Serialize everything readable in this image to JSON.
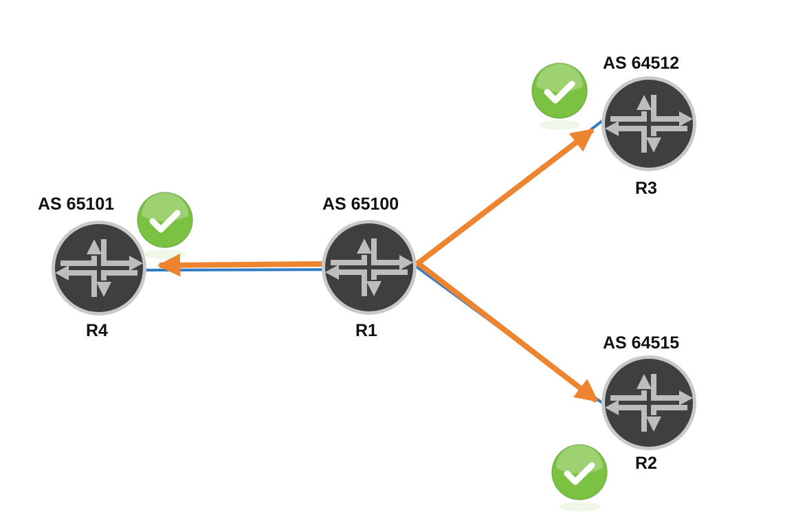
{
  "colors": {
    "link_blue": "#2f7bc4",
    "flow_orange": "#ec8430",
    "router_fill": "#3f3f40",
    "router_ring": "#c9c9c9",
    "router_arrows": "#bdbdbd",
    "check_green": "#7cc242",
    "check_green_dark": "#4f9a2a"
  },
  "icons": {
    "router": "router-icon",
    "status": "check-circle-icon"
  },
  "routers": [
    {
      "id": "R1",
      "name": "R1",
      "as_label": "AS 65100"
    },
    {
      "id": "R2",
      "name": "R2",
      "as_label": "AS 64515"
    },
    {
      "id": "R3",
      "name": "R3",
      "as_label": "AS 64512"
    },
    {
      "id": "R4",
      "name": "R4",
      "as_label": "AS 65101"
    }
  ],
  "links": [
    {
      "from": "R1",
      "to": "R4"
    },
    {
      "from": "R1",
      "to": "R3"
    },
    {
      "from": "R1",
      "to": "R2"
    }
  ],
  "flows": [
    {
      "from": "R1",
      "to": "R4"
    },
    {
      "from": "R1",
      "to": "R3"
    },
    {
      "from": "R1",
      "to": "R2"
    }
  ],
  "status_checks": [
    {
      "router": "R4",
      "status": "ok"
    },
    {
      "router": "R3",
      "status": "ok"
    },
    {
      "router": "R2",
      "status": "ok"
    }
  ]
}
